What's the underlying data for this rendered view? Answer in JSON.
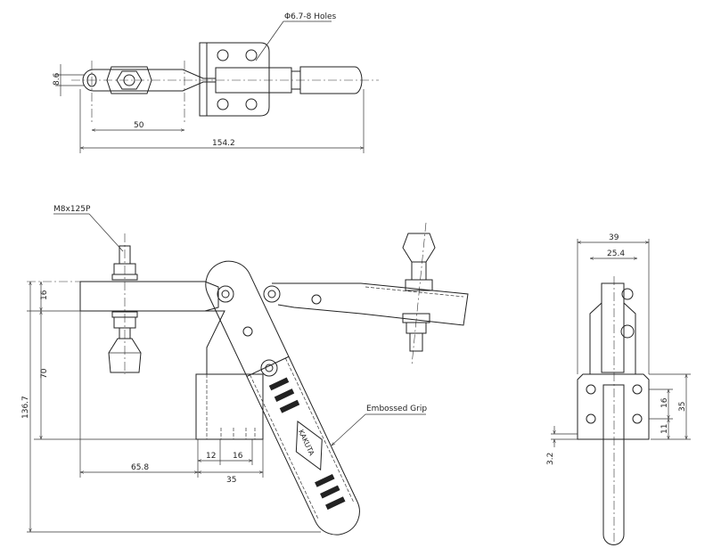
{
  "drawing": {
    "top_view": {
      "hole_note": "Φ6.7-8 Holes",
      "dim_height": "8.6",
      "dim_spindle": "50",
      "dim_overall": "154.2"
    },
    "front_view": {
      "thread_note": "M8x125P",
      "dim_arm": "16",
      "dim_height_arm": "70",
      "dim_overall_height": "136.7",
      "dim_spindle_offset": "65.8",
      "dim_hole_a": "12",
      "dim_hole_b": "16",
      "dim_base": "35",
      "grip_note": "Embossed Grip",
      "brand": "KAKUTA"
    },
    "end_view": {
      "dim_width": "39",
      "dim_inner": "25.4",
      "dim_base_height": "35",
      "dim_hole_pitch": "16",
      "dim_hole_edge": "11",
      "dim_thickness": "3.2"
    }
  }
}
